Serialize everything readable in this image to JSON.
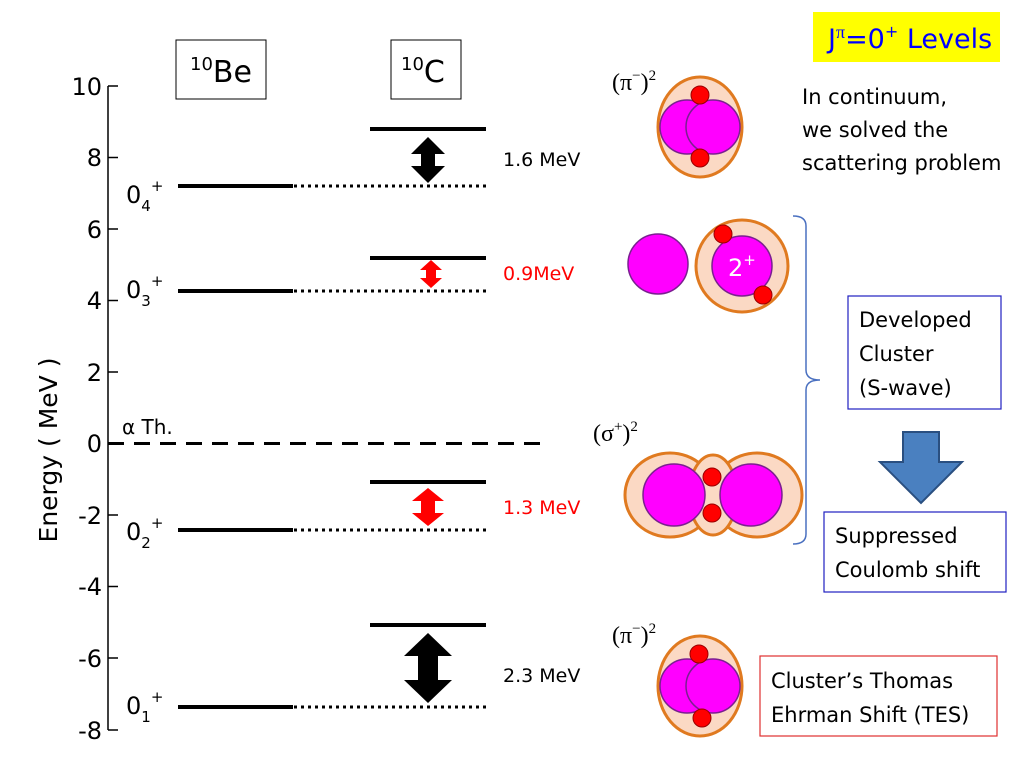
{
  "title": {
    "j": "J",
    "pi": "π",
    "rest": "=0",
    "plus": "+",
    "tail": " Levels",
    "bg": "#ffff00",
    "fg": "#0000ff"
  },
  "headers": {
    "be": {
      "mass": "10",
      "sym": "Be"
    },
    "c": {
      "mass": "10",
      "sym": "C"
    }
  },
  "axis": {
    "label": "Energy ( MeV )",
    "ticks": [
      "10",
      "8",
      "6",
      "4",
      "2",
      "0",
      "-2",
      "-4",
      "-6",
      "-8"
    ],
    "threshold_label": "α Th."
  },
  "levels": [
    {
      "state": "0",
      "sub": "4",
      "sup": "+"
    },
    {
      "state": "0",
      "sub": "3",
      "sup": "+"
    },
    {
      "state": "0",
      "sub": "2",
      "sup": "+"
    },
    {
      "state": "0",
      "sub": "1",
      "sup": "+"
    }
  ],
  "shifts": [
    {
      "label": "1.6 MeV",
      "color": "#000000"
    },
    {
      "label": "0.9MeV",
      "color": "#ff0000"
    },
    {
      "label": "1.3 MeV",
      "color": "#ff0000"
    },
    {
      "label": "2.3 MeV",
      "color": "#000000"
    }
  ],
  "orbitals": {
    "pi_top": {
      "open": "(π",
      "sup": "−",
      "close": ")",
      "pow": "2"
    },
    "sigma": {
      "open": "(σ",
      "sup": "+",
      "close": ")",
      "pow": "2"
    },
    "pi_bottom": {
      "open": "(π",
      "sup": "−",
      "close": ")",
      "pow": "2"
    },
    "cluster_label": {
      "text": "2",
      "sup": "+"
    }
  },
  "notes": {
    "continuum": [
      "In continuum,",
      "we solved the",
      "scattering problem"
    ],
    "developed": [
      "Developed",
      "Cluster",
      "(S-wave)"
    ],
    "suppressed": [
      "Suppressed",
      "Coulomb shift"
    ],
    "thomas": [
      "Cluster’s Thomas",
      "Ehrman Shift (TES)"
    ]
  },
  "colors": {
    "alpha": "#ff00ff",
    "nucleon": "#ff0000",
    "halo": "#fbd9c4",
    "halo_stroke": "#e07a20",
    "box_blue": "#2020c0",
    "box_red": "#e03030",
    "arrow_blue": "#4a80c0"
  }
}
